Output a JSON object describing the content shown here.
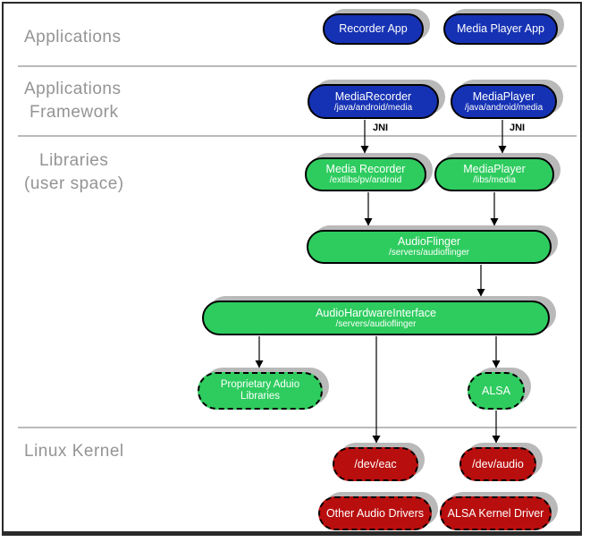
{
  "sections": {
    "applications": "Applications",
    "framework_line1": "Applications",
    "framework_line2": "Framework",
    "libraries_line1": "Libraries",
    "libraries_line2": "(user space)",
    "linux_kernel": "Linux Kernel"
  },
  "labels": {
    "jni": "JNI"
  },
  "nodes": {
    "recorder_app": {
      "title": "Recorder App"
    },
    "media_player_app": {
      "title": "Media Player App"
    },
    "media_recorder_fw": {
      "title": "MediaRecorder",
      "subtitle": "/java/android/media"
    },
    "media_player_fw": {
      "title": "MediaPlayer",
      "subtitle": "/java/android/media"
    },
    "media_recorder_lib": {
      "title": "Media Recorder",
      "subtitle": "/extlibs/pv/android"
    },
    "media_player_lib": {
      "title": "MediaPlayer",
      "subtitle": "/libs/media"
    },
    "audio_flinger": {
      "title": "AudioFlinger",
      "subtitle": "/servers/audioflinger"
    },
    "audio_hardware_interface": {
      "title": "AudioHardwareInterface",
      "subtitle": "/servers/audioflinger"
    },
    "proprietary_audio_libraries": {
      "title_line1": "Proprietary Aduio",
      "title_line2": "Libraries"
    },
    "alsa": {
      "title": "ALSA"
    },
    "dev_eac": {
      "title": "/dev/eac"
    },
    "dev_audio": {
      "title": "/dev/audio"
    },
    "other_audio_drivers": {
      "title": "Other Audio Drivers"
    },
    "alsa_kernel_driver": {
      "title": "ALSA Kernel Driver"
    }
  },
  "colors": {
    "blue": "#1632b4",
    "green": "#2ecc5f",
    "red": "#b90e0e",
    "shadow": "#b9b9b9",
    "divider": "#919191",
    "section_label": "#949494"
  }
}
